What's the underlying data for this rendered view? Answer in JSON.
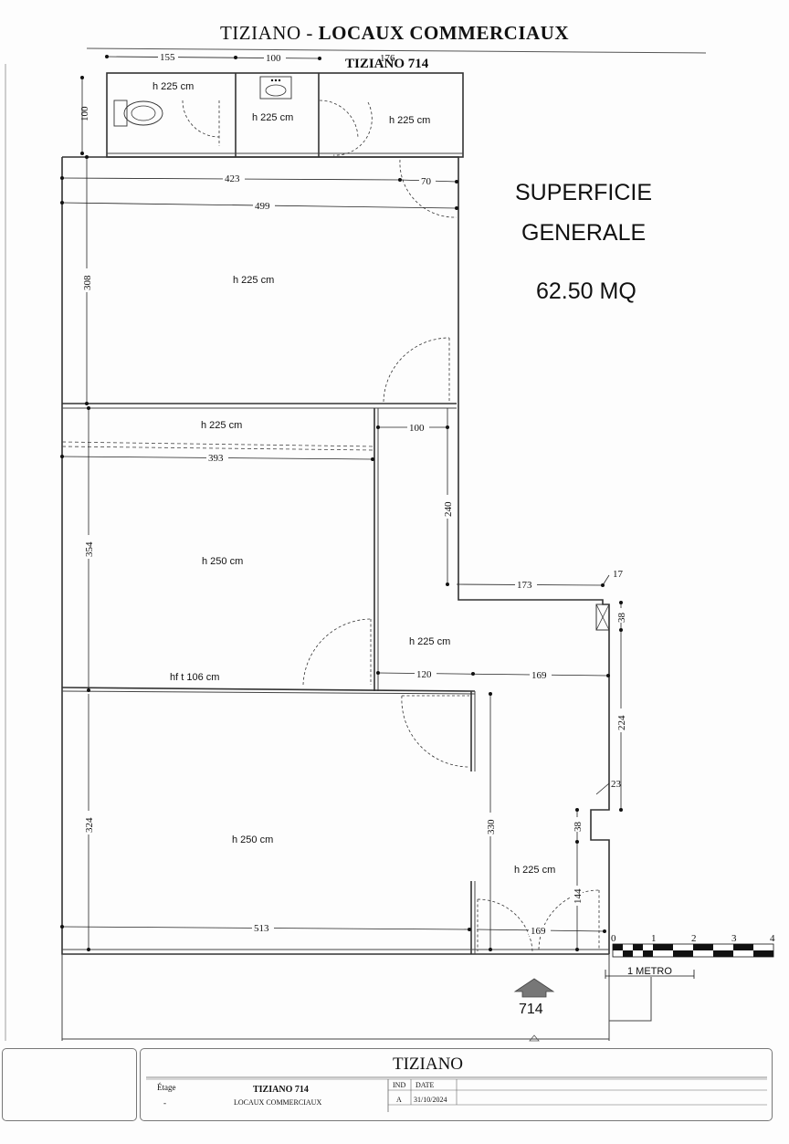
{
  "header": {
    "title_main": "TIZIANO - ",
    "title_bold": "LOCAUX COMMERCIAUX",
    "subtitle": "TIZIANO 714"
  },
  "summary": {
    "line1": "SUPERFICIE",
    "line2": "GENERALE",
    "area": "62.50 MQ"
  },
  "rooms": {
    "wc": "h 225 cm",
    "lav": "h 225 cm",
    "storage": "h 225 cm",
    "room1": "h 225 cm",
    "corridor": "h 225 cm",
    "room2": "h 250 cm",
    "hall": "h 225 cm",
    "window_note": "hf t 106 cm",
    "room3": "h 250 cm",
    "entry": "h 225 cm"
  },
  "dimensions": {
    "d155": "155",
    "d100a": "100",
    "d176": "176",
    "d100v": "100",
    "d423": "423",
    "d70": "70",
    "d499": "499",
    "d308": "308",
    "d100b": "100",
    "d393": "393",
    "d240": "240",
    "d354": "354",
    "d173": "173",
    "d17": "17",
    "d38a": "38",
    "d120": "120",
    "d169a": "169",
    "d224": "224",
    "d23": "23",
    "d324": "324",
    "d330": "330",
    "d38b": "38",
    "d144": "144",
    "d513": "513",
    "d169b": "169"
  },
  "scale": {
    "ticks": [
      "0",
      "1",
      "2",
      "3",
      "4"
    ],
    "label": "1 METRO"
  },
  "entrance": {
    "number": "714"
  },
  "cartouche": {
    "name": "TIZIANO",
    "etage_label": "Étage",
    "etage_value": "-",
    "code": "TIZIANO 714",
    "description": "LOCAUX COMMERCIAUX",
    "ind_label": "IND",
    "date_label": "DATE",
    "ind_value": "A",
    "date_value": "31/10/2024"
  }
}
